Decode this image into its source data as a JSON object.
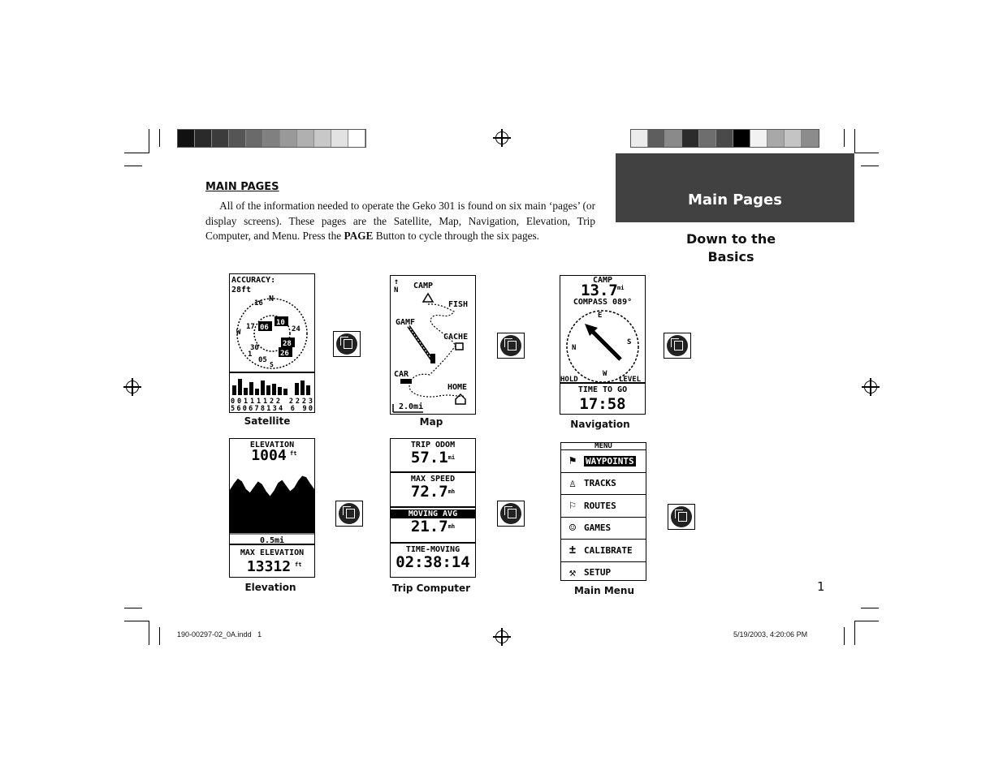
{
  "section_tab": {
    "title": "Main Pages",
    "subtitle": "Down to the\nBasics"
  },
  "heading": "MAIN PAGES",
  "paragraph": {
    "part1": "All of the information needed to operate the Geko 301 is found on six main ‘pages’ (or display screens). These pages are the Satellite, Map, Navigation, Elevation, Trip Computer, and Menu. Press the ",
    "bold": "PAGE",
    "part2": " Button to cycle through the six pages."
  },
  "screens": {
    "satellite": {
      "caption": "Satellite",
      "accuracy_label": "ACCURACY:",
      "accuracy_value": "28ft",
      "bars_top": "00111122 2223",
      "bars_bottom": "560678134 6 90"
    },
    "map": {
      "caption": "Map",
      "north": "N",
      "waypoints": [
        "CAMP",
        "FISH",
        "GAMF",
        "CACHE",
        "CAR",
        "HOME"
      ],
      "scale": "2.0mi"
    },
    "navigation": {
      "caption": "Navigation",
      "dest": "CAMP",
      "distance": "13.7",
      "distance_unit": "mi",
      "compass": "COMPASS 089°",
      "hold": "HOLD",
      "level": "LEVEL",
      "time_label": "TIME TO GO",
      "time_value": "17:58"
    },
    "elevation": {
      "caption": "Elevation",
      "label": "ELEVATION",
      "value": "1004",
      "unit": "ft",
      "scale": "0.5mi",
      "max_label": "MAX ELEVATION",
      "max_value": "13312",
      "elevation_profile": [
        0.62,
        0.71,
        0.78,
        0.74,
        0.63,
        0.58,
        0.66,
        0.74,
        0.7,
        0.6,
        0.53,
        0.61,
        0.72,
        0.76,
        0.68,
        0.6,
        0.65,
        0.75,
        0.82,
        0.8,
        0.71,
        0.63
      ]
    },
    "trip": {
      "caption": "Trip Computer",
      "rows": [
        {
          "label": "TRIP ODOM",
          "value": "57.1",
          "unit": "mi"
        },
        {
          "label": "MAX SPEED",
          "value": "72.7",
          "unit": "mh"
        },
        {
          "label": "MOVING AVG",
          "value": "21.7",
          "unit": "mh"
        },
        {
          "label": "TIME-MOVING",
          "value": "02:38:14",
          "unit": ""
        }
      ]
    },
    "menu": {
      "caption": "Main Menu",
      "title": "MENU",
      "items": [
        {
          "icon": "waypoint-flag-icon",
          "glyph": "⚑",
          "label": "WAYPOINTS"
        },
        {
          "icon": "hiker-icon",
          "glyph": "♙",
          "label": "TRACKS"
        },
        {
          "icon": "route-icon",
          "glyph": "⚐",
          "label": "ROUTES"
        },
        {
          "icon": "games-icon",
          "glyph": "☺",
          "label": "GAMES"
        },
        {
          "icon": "calibrate-icon",
          "glyph": "±",
          "label": "CALIBRATE"
        },
        {
          "icon": "setup-icon",
          "glyph": "⚒",
          "label": "SETUP"
        }
      ]
    }
  },
  "page_number": "1",
  "footer": {
    "left": "190-00297-02_0A.indd   1",
    "right": "5/19/2003, 4:20:06 PM"
  },
  "colors": {
    "sidebar": "#414141",
    "text": "#111111"
  }
}
